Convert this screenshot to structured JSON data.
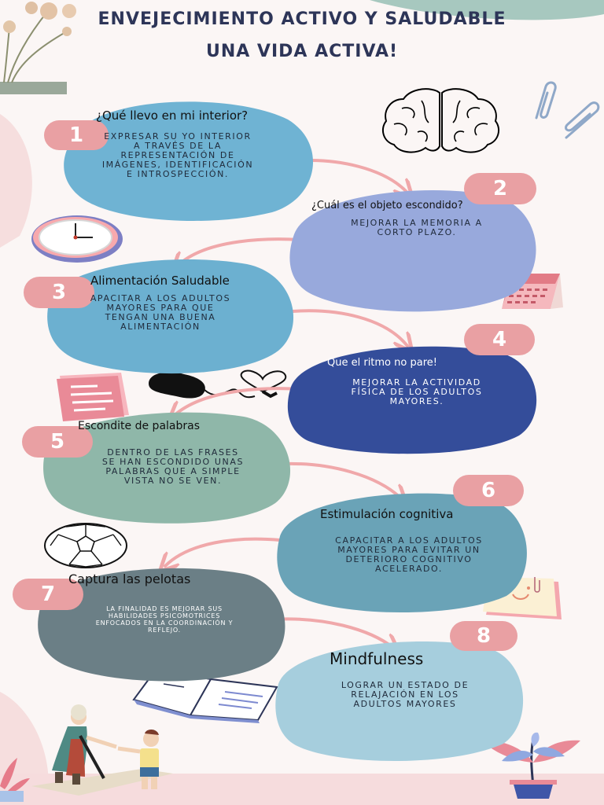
{
  "title": {
    "line1": "ENVEJECIMIENTO ACTIVO Y SALUDABLE",
    "line2": "UNA VIDA ACTIVA!"
  },
  "colors": {
    "background": "#fbf6f5",
    "title": "#2d3558",
    "badge": "#e9a0a3",
    "arrow": "#f0a8aa"
  },
  "steps": [
    {
      "number": "1",
      "heading": "¿Qué llevo en mi interior?",
      "body_lines": [
        "EXPRESAR SU YO INTERIOR",
        "A TRAVÉS DE LA",
        "REPRESENTACIÓN DE",
        "IMÁGENES, IDENTIFICACIÓN",
        "E INTROSPECCIÓN."
      ],
      "color": "#6fb3d3"
    },
    {
      "number": "2",
      "heading": "¿Cuál es el objeto escondido?",
      "body_lines": [
        "MEJORAR LA MEMORIA A",
        "CORTO PLAZO."
      ],
      "color": "#98a9dc"
    },
    {
      "number": "3",
      "heading": "Alimentación Saludable",
      "body_lines": [
        "APACITAR A LOS ADULTOS",
        "MAYORES PARA QUE",
        "TENGAN UNA BUENA",
        "ALIMENTACIÓN"
      ],
      "color": "#6cb0d0"
    },
    {
      "number": "4",
      "heading": "Que el ritmo no pare!",
      "body_lines": [
        "MEJORAR LA ACTIVIDAD",
        "FÍSICA DE LOS ADULTOS",
        "MAYORES."
      ],
      "color": "#344d9a"
    },
    {
      "number": "5",
      "heading": "Escondite de palabras",
      "body_lines": [
        "DENTRO DE LAS FRASES",
        "SE HAN ESCONDIDO UNAS",
        "PALABRAS QUE A SIMPLE",
        "VISTA NO SE VEN."
      ],
      "color": "#8fb7a9"
    },
    {
      "number": "6",
      "heading": "Estimulación cognitiva",
      "body_lines": [
        "CAPACITAR A LOS ADULTOS",
        "MAYORES PARA EVITAR UN",
        "DETERIORO COGNITIVO",
        "ACELERADO."
      ],
      "color": "#6aa3b7"
    },
    {
      "number": "7",
      "heading": "Captura las pelotas",
      "body_lines": [
        "LA FINALIDAD ES MEJORAR SUS",
        "HABILIDADES PSICOMOTRICES",
        "ENFOCADOS EN LA COORDINACIÓN Y",
        "REFLEJO."
      ],
      "color": "#6b7f86"
    },
    {
      "number": "8",
      "heading": "Mindfulness",
      "body_lines": [
        "LOGRAR UN ESTADO DE",
        "RELAJACIÓN EN LOS",
        "ADULTOS MAYORES"
      ],
      "color": "#a6cedd"
    }
  ],
  "icons": [
    "brain-icon",
    "paperclip-icon",
    "clock-icon",
    "calendar-icon",
    "notepad-icon",
    "headphones-heart-icon",
    "soccer-ball-icon",
    "sticky-note-icon",
    "open-book-icon",
    "grandmother-child-icon",
    "potted-plant-icon",
    "flowers-icon"
  ]
}
